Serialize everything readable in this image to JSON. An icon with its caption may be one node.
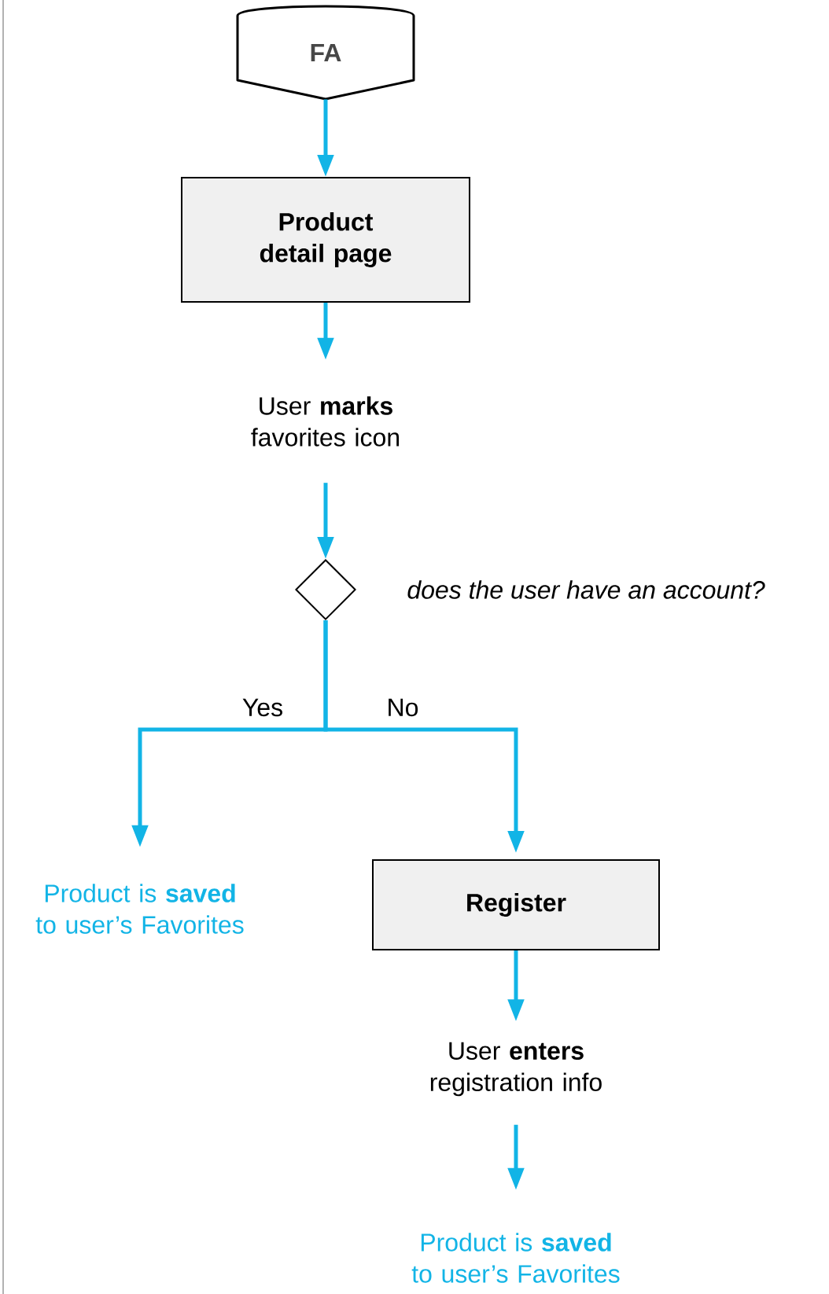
{
  "diagram": {
    "nodes": [
      {
        "text": [
          "FA"
        ]
      },
      {
        "text": [
          "Product detail page"
        ]
      },
      {
        "text": [
          "User **marks** favorites icon"
        ]
      },
      {
        "text": [],
        "shape": "diamond",
        "beside": [
          "does the user have an account?"
        ]
      },
      {
        "text": [
          "Product is **saved** to user’s Favorites"
        ]
      },
      {
        "text": [
          "Register"
        ]
      },
      {
        "text": [
          "User **enters** registration info"
        ]
      },
      {
        "text": [
          "Product is **saved** to user’s Favorites"
        ]
      }
    ],
    "edges": [
      {
        "from": 0,
        "to": 1,
        "arrow": "to"
      },
      {
        "from": 1,
        "to": 2,
        "arrow": "to"
      },
      {
        "from": 2,
        "to": 3,
        "arrow": "to"
      },
      {
        "from": 3,
        "to": 4,
        "arrow": "to",
        "label": "Yes"
      },
      {
        "from": 3,
        "to": 5,
        "arrow": "to",
        "label": "No"
      },
      {
        "from": 5,
        "to": 6,
        "arrow": "to"
      },
      {
        "from": 6,
        "to": 7,
        "arrow": "to"
      }
    ]
  }
}
